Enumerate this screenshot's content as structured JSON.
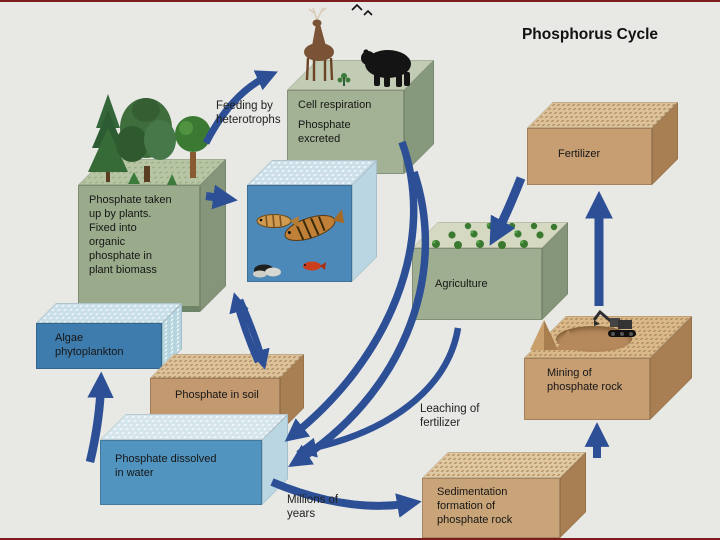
{
  "title": "Phosphorus Cycle",
  "nodes": {
    "plants": {
      "label": "Phosphate taken up by plants. Fixed into organic phosphate in plant biomass"
    },
    "respiration": {
      "line1": "Cell respiration",
      "line2": "Phosphate excreted"
    },
    "algae": {
      "label": "Algae phytoplankton"
    },
    "soil": {
      "label": "Phosphate in soil"
    },
    "dissolved": {
      "label": "Phosphate dissolved in water"
    },
    "agriculture": {
      "label": "Agriculture"
    },
    "fertilizer": {
      "label": "Fertilizer"
    },
    "mining": {
      "label": "Mining of phosphate rock"
    },
    "sedimentation": {
      "label": "Sedimentation formation of phosphate rock"
    }
  },
  "labels": {
    "feeding": "Feeding by heterotrophs",
    "leaching": "Leaching of fertilizer",
    "millions": "Millions of years"
  },
  "colors": {
    "background": "#e8e8e5",
    "arrow": "#2c4f96",
    "edge_line": "#7c1c1c",
    "block_green": "#9fae90",
    "block_tan": "#c49a70",
    "block_blue": "#4c88b8",
    "text": "#161616"
  }
}
